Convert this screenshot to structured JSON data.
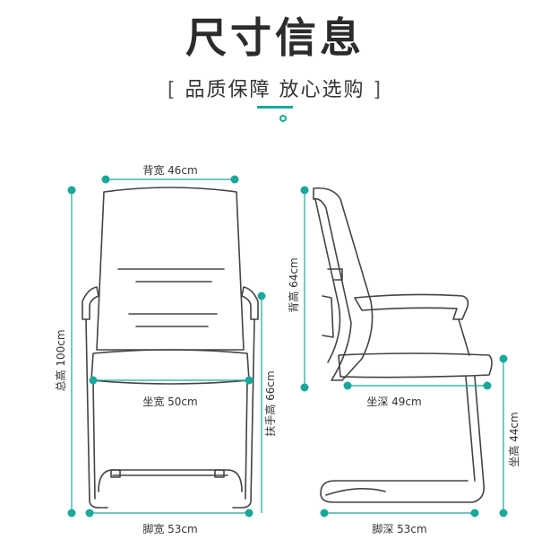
{
  "header": {
    "title": "尺寸信息",
    "bracket_left": "[",
    "subtitle": "品质保障  放心选购",
    "bracket_right": "]"
  },
  "colors": {
    "accent": "#1aa89a",
    "line": "#444444"
  },
  "front_view": {
    "back_width": "背宽 46cm",
    "seat_width": "坐宽 50cm",
    "total_height": "总高 100cm",
    "armrest_height": "扶手高 66cm",
    "foot_width": "脚宽 53cm"
  },
  "side_view": {
    "back_height": "背高 64cm",
    "seat_depth": "坐深 49cm",
    "seat_height": "坐高 44cm",
    "foot_depth": "脚深 53cm"
  }
}
